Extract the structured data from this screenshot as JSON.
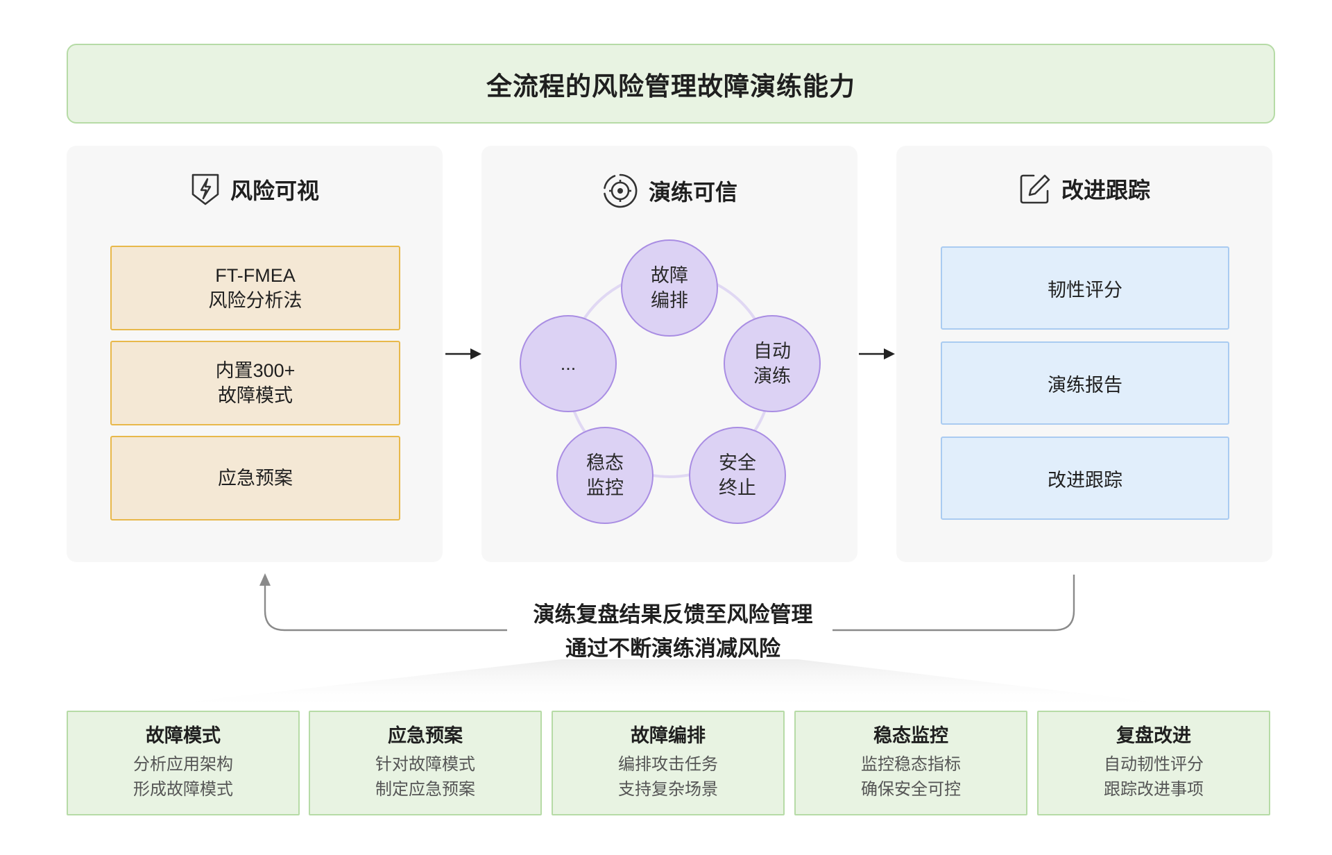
{
  "title": "全流程的风险管理故障演练能力",
  "panels": [
    {
      "header": "风险可视",
      "icon": "shield-lightning-icon",
      "items": [
        {
          "line1": "FT-FMEA",
          "line2": "风险分析法"
        },
        {
          "line1": "内置300+",
          "line2": "故障模式"
        },
        {
          "line1": "应急预案",
          "line2": ""
        }
      ]
    },
    {
      "header": "演练可信",
      "icon": "target-icon",
      "cycle": [
        {
          "line1": "故障",
          "line2": "编排"
        },
        {
          "line1": "自动",
          "line2": "演练"
        },
        {
          "line1": "安全",
          "line2": "终止"
        },
        {
          "line1": "稳态",
          "line2": "监控"
        },
        {
          "line1": "...",
          "line2": ""
        }
      ]
    },
    {
      "header": "改进跟踪",
      "icon": "edit-icon",
      "items": [
        "韧性评分",
        "演练报告",
        "改进跟踪"
      ]
    }
  ],
  "feedback": {
    "line1": "演练复盘结果反馈至风险管理",
    "line2": "通过不断演练消减风险"
  },
  "cards": [
    {
      "title": "故障模式",
      "line1": "分析应用架构",
      "line2": "形成故障模式"
    },
    {
      "title": "应急预案",
      "line1": "针对故障模式",
      "line2": "制定应急预案"
    },
    {
      "title": "故障编排",
      "line1": "编排攻击任务",
      "line2": "支持复杂场景"
    },
    {
      "title": "稳态监控",
      "line1": "监控稳态指标",
      "line2": "确保安全可控"
    },
    {
      "title": "复盘改进",
      "line1": "自动韧性评分",
      "line2": "跟踪改进事项"
    }
  ],
  "colors": {
    "green_fill": "#e8f3e2",
    "green_border": "#b6dba6",
    "yellow_fill": "#f4e8d5",
    "yellow_border": "#e8b84a",
    "blue_fill": "#e1eefb",
    "blue_border": "#a9cbf1",
    "purple_fill": "#dcd2f4",
    "purple_border": "#a98de3"
  }
}
